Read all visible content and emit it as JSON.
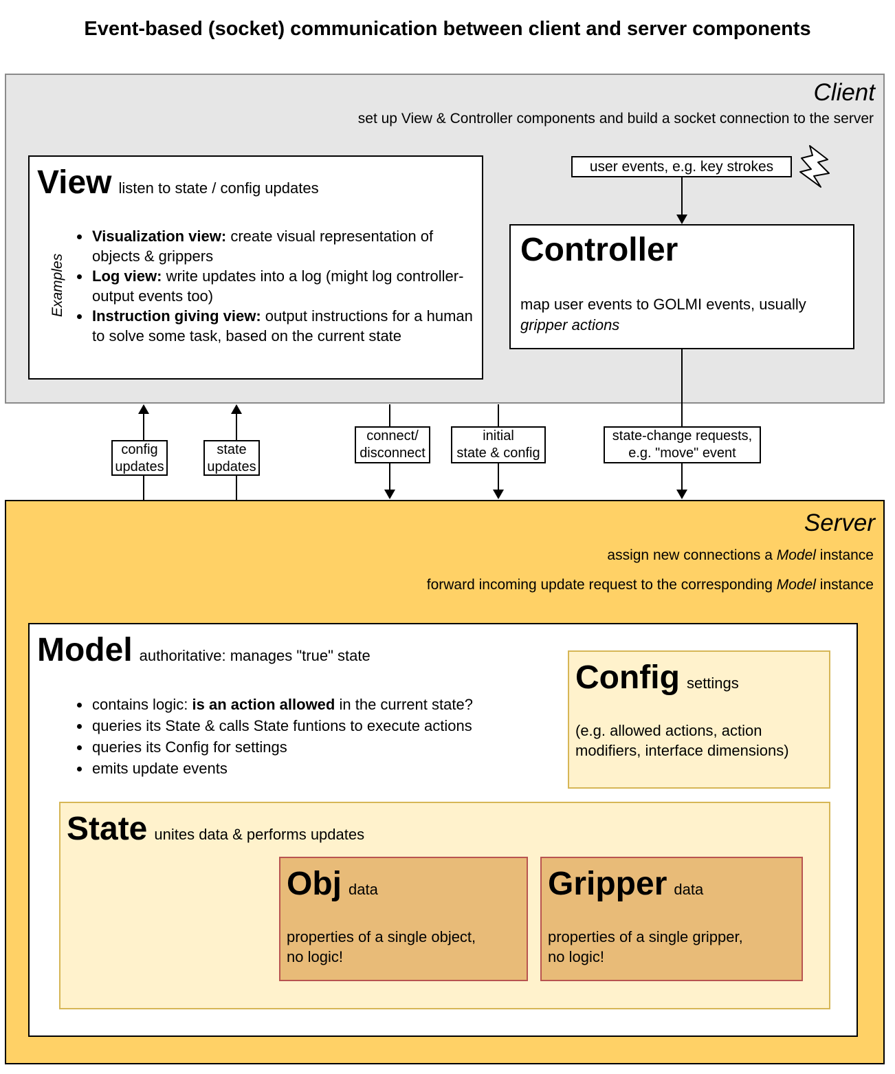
{
  "title": "Event-based (socket) communication between client and server components",
  "client": {
    "title": "Client",
    "description": "set up View & Controller components and build a socket connection to the server"
  },
  "view": {
    "title": "View",
    "subtitle": "listen to state / config updates",
    "examples_label": "Examples",
    "items": [
      {
        "bold": "Visualization view:",
        "text": " create visual representation of objects & grippers"
      },
      {
        "bold": "Log view:",
        "text": " write updates into a log (might log controller-output events too)"
      },
      {
        "bold": "Instruction giving view:",
        "text": " output instructions for a human to solve some task, based on the current state"
      }
    ]
  },
  "user_events": {
    "label": "user events, e.g. key strokes",
    "icon": "lightning-icon"
  },
  "controller": {
    "title": "Controller",
    "desc_line1": "map user events to GOLMI events, usually",
    "desc_line2": "gripper actions"
  },
  "edges": {
    "config_updates": [
      "config",
      "updates"
    ],
    "state_updates": [
      "state",
      "updates"
    ],
    "connect": [
      "connect/",
      "disconnect"
    ],
    "initial": [
      "initial",
      "state & config"
    ],
    "state_change": [
      "state-change requests,",
      "e.g. \"move\" event"
    ]
  },
  "server": {
    "title": "Server",
    "desc1_pre": "assign new connections a ",
    "desc1_em": "Model",
    "desc1_post": " instance",
    "desc2_pre": "forward incoming update request to the corresponding ",
    "desc2_em": "Model",
    "desc2_post": " instance"
  },
  "model": {
    "title": "Model",
    "subtitle": "authoritative: manages \"true\" state",
    "item1_pre": "contains logic: ",
    "item1_bold": "is an action allowed",
    "item1_post": " in the current state?",
    "item2": "queries its State & calls State funtions to execute actions",
    "item3": "queries its Config for settings",
    "item4": "emits update events"
  },
  "config": {
    "title": "Config",
    "subtitle": "settings",
    "desc_line1": "(e.g. allowed actions, action",
    "desc_line2": "modifiers, interface dimensions)"
  },
  "state": {
    "title": "State",
    "subtitle": "unites data & performs updates"
  },
  "obj": {
    "title": "Obj",
    "subtitle": "data",
    "desc_line1": "properties of a single object,",
    "desc_line2": "no logic!"
  },
  "gripper": {
    "title": "Gripper",
    "subtitle": "data",
    "desc_line1": "properties of a single gripper,",
    "desc_line2": "no logic!"
  }
}
